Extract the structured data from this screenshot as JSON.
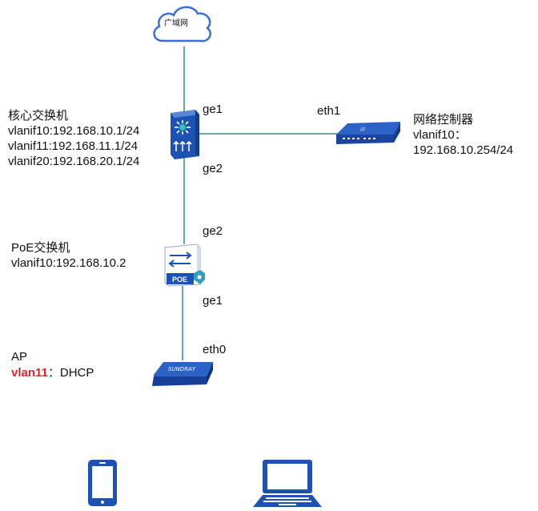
{
  "cloud": {
    "label": "广域网"
  },
  "core_switch": {
    "title": "核心交换机",
    "lines": [
      "vlanif10:192.168.10.1/24",
      "vlanif11:192.168.11.1/24",
      "vlanif20:192.168.20.1/24"
    ],
    "port_up": "ge1",
    "port_down": "ge2"
  },
  "controller": {
    "port": "eth1",
    "title": "网络控制器",
    "line1": "vlanif10：",
    "line2": "192.168.10.254/24"
  },
  "poe_switch": {
    "title": "PoE交换机",
    "line": "vlanif10:192.168.10.2",
    "port_up": "ge2",
    "port_down": "ge1",
    "badge": "POE"
  },
  "ap": {
    "title": "AP",
    "vlan": "vlan11",
    "mode": "：DHCP",
    "port": "eth0",
    "brand": "SUNDRAY"
  },
  "colors": {
    "link": "#2f8a9a",
    "device": "#1d52b5",
    "vlan": "#e8202a"
  }
}
